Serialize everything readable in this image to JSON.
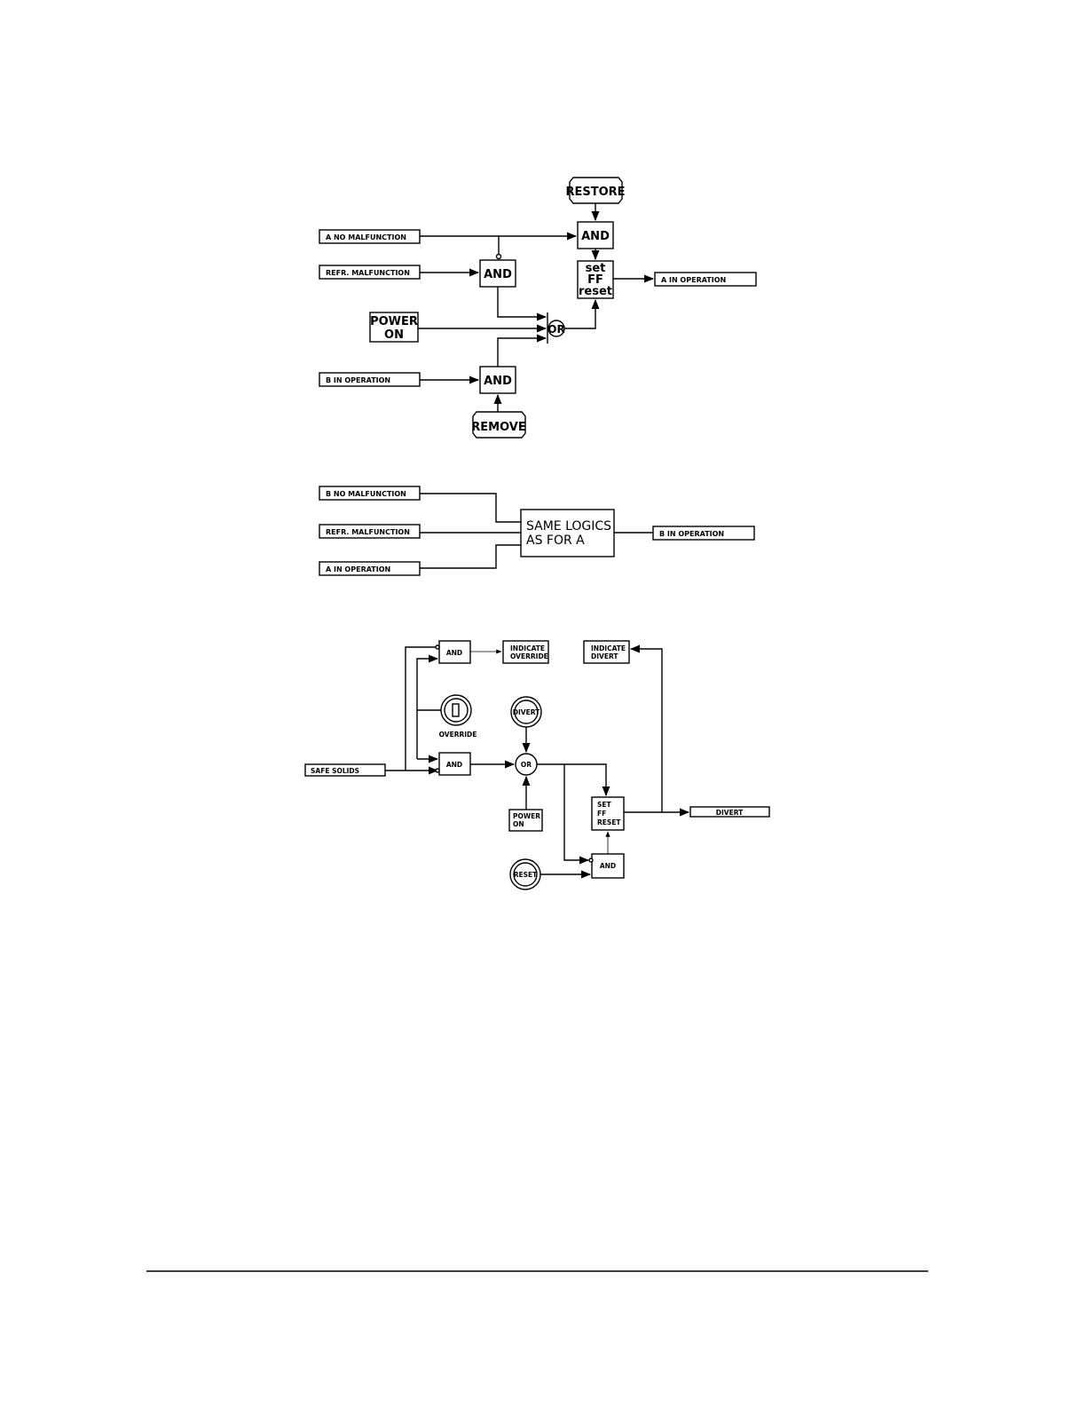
{
  "diagram1": {
    "a_no_malfunction": "A NO MALFUNCTION",
    "refr_malfunction": "REFR. MALFUNCTION",
    "power_on_line1": "POWER",
    "power_on_line2": "ON",
    "b_in_operation_in": "B IN OPERATION",
    "and_top": "AND",
    "and_mid": "AND",
    "and_bottom": "AND",
    "or_gate": "OR",
    "restore": "RESTORE",
    "remove": "REMOVE",
    "ff_set": "set",
    "ff_mid": "FF",
    "ff_reset": "reset",
    "a_in_operation_out": "A IN OPERATION"
  },
  "diagram2": {
    "b_no_malfunction": "B NO MALFUNCTION",
    "refr_malfunction": "REFR. MALFUNCTION",
    "a_in_operation": "A IN OPERATION",
    "same_logic_line1": "SAME LOGICS",
    "same_logic_line2": "AS FOR A",
    "b_in_operation_out": "B IN OPERATION"
  },
  "diagram3": {
    "safe_solids": "SAFE SOLIDS",
    "and_top": "AND",
    "and_mid": "AND",
    "and_reset": "AND",
    "indicate_override_1": "INDICATE",
    "indicate_override_2": "OVERRIDE",
    "indicate_divert_1": "INDICATE",
    "indicate_divert_2": "DIVERT",
    "override_label": "OVERRIDE",
    "divert_button": "DIVERT",
    "or_gate": "OR",
    "power_on_1": "POWER",
    "power_on_2": "ON",
    "ff_set": "SET",
    "ff_mid": "FF",
    "ff_reset": "RESET",
    "reset_button": "RESET",
    "divert_out": "DIVERT"
  }
}
